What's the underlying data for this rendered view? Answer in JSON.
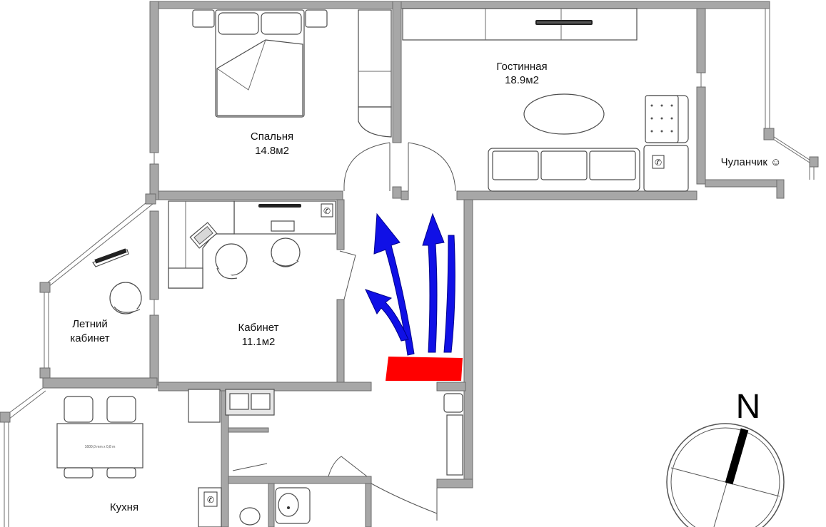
{
  "rooms": {
    "bedroom": {
      "name": "Спальня",
      "area": "14.8м2"
    },
    "living": {
      "name": "Гостинная",
      "area": "18.9м2"
    },
    "closet": {
      "name": "Чуланчик ☺"
    },
    "office": {
      "name": "Кабинет",
      "area": "11.1м2"
    },
    "summer_office": {
      "name_line1": "Летний",
      "name_line2": "кабинет"
    },
    "kitchen": {
      "name": "Кухня"
    }
  },
  "table_note": "1600,0 mm x 0,8 m",
  "compass": {
    "label": "N"
  },
  "colors": {
    "arrows": "#1010e6",
    "heater": "#ff0000",
    "walls": "#a7a7a7"
  },
  "icons": [
    "phone-icon",
    "tv-icon",
    "compass-icon",
    "heater-block",
    "airflow-arrow"
  ]
}
